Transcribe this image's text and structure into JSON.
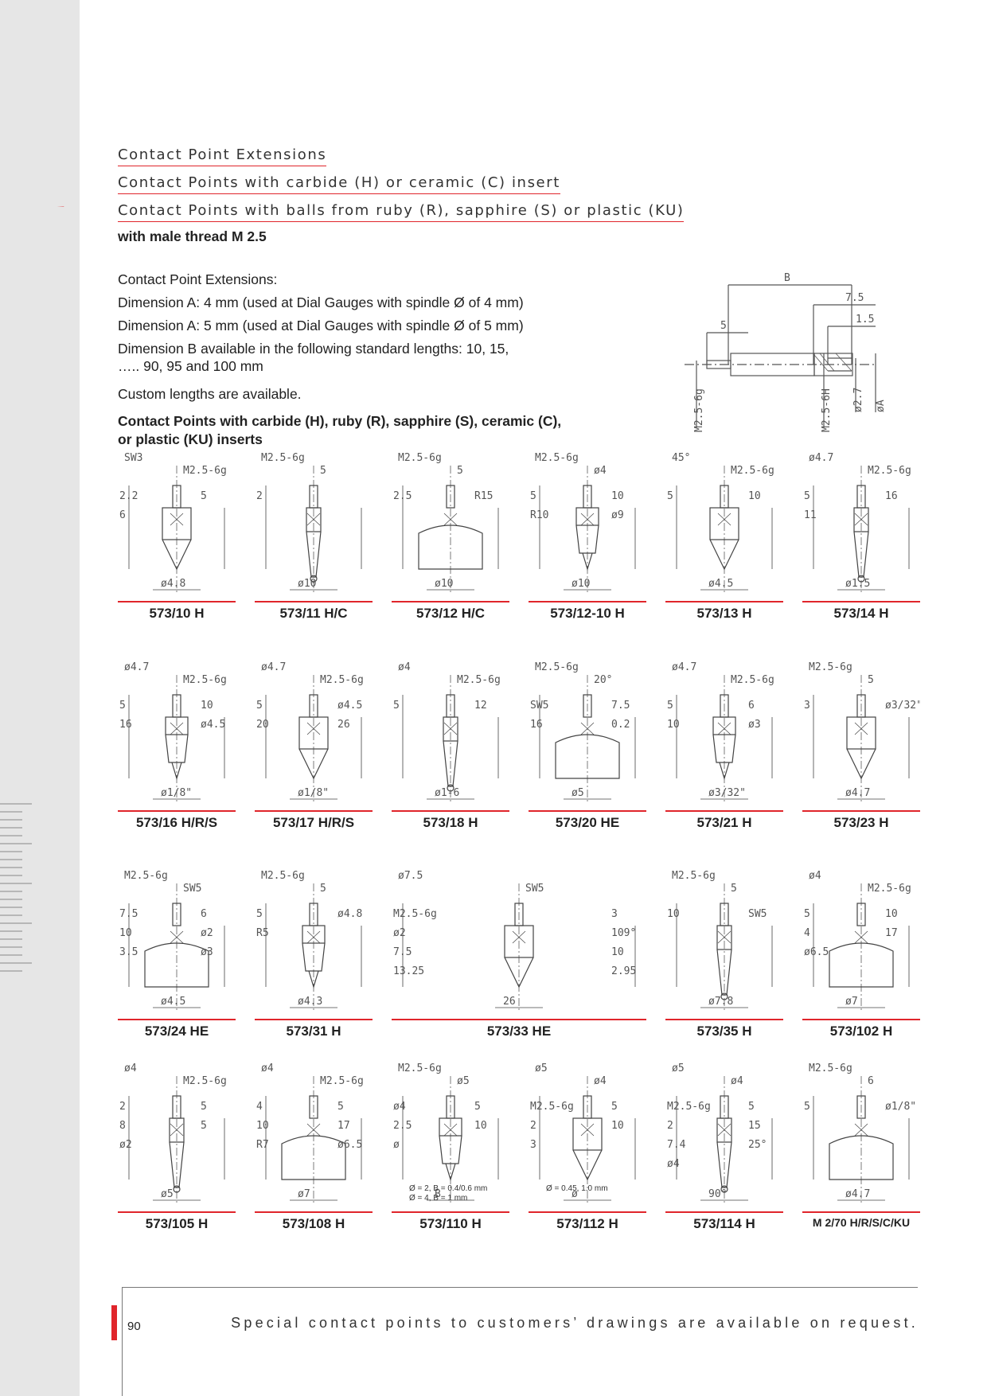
{
  "headers": {
    "h1": "Contact Point Extensions",
    "h2": "Contact Points with carbide (H) or ceramic (C) insert",
    "h3": "Contact Points with balls from ruby (R), sapphire (S) or plastic (KU)",
    "thread": "with male thread M 2.5"
  },
  "intro": {
    "title": "Contact Point Extensions:",
    "line1": "Dimension A: 4 mm (used at Dial Gauges with spindle Ø of 4 mm)",
    "line2": "Dimension A: 5 mm (used at Dial Gauges with spindle Ø of 5 mm)",
    "line3": "Dimension B available in the following standard lengths: 10, 15,",
    "line4": "….. 90, 95 and 100 mm",
    "custom": "Custom lengths are available.",
    "bold1": "Contact Points with carbide (H), ruby (R), sapphire (S), ceramic (C),",
    "bold2": "or plastic (KU) inserts"
  },
  "extension_drawing": {
    "b": "B",
    "d75": "7.5",
    "d15": "1.5",
    "d5": "5",
    "thread_male": "M2.5-6g",
    "thread_female": "M2.5-6H",
    "d27": "ø2.7",
    "da": "øA"
  },
  "rows": [
    [
      {
        "label": "573/10 H",
        "dims": [
          "SW3",
          "M2.5-6g",
          "2.2",
          "5",
          "6",
          "ø4.8"
        ]
      },
      {
        "label": "573/11 H/C",
        "dims": [
          "M2.5-6g",
          "5",
          "2",
          "ø10"
        ]
      },
      {
        "label": "573/12 H/C",
        "dims": [
          "M2.5-6g",
          "5",
          "2.5",
          "R15",
          "ø10"
        ]
      },
      {
        "label": "573/12-10 H",
        "dims": [
          "M2.5-6g",
          "ø4",
          "5",
          "10",
          "R10",
          "ø9",
          "ø10"
        ]
      },
      {
        "label": "573/13 H",
        "dims": [
          "45°",
          "M2.5-6g",
          "5",
          "10",
          "ø4.5"
        ]
      },
      {
        "label": "573/14 H",
        "dims": [
          "ø4.7",
          "M2.5-6g",
          "5",
          "16",
          "11",
          "ø1.5"
        ]
      }
    ],
    [
      {
        "label": "573/16 H/R/S",
        "dims": [
          "ø4.7",
          "M2.5-6g",
          "5",
          "10",
          "16",
          "ø4.5",
          "ø1/8\""
        ]
      },
      {
        "label": "573/17 H/R/S",
        "dims": [
          "ø4.7",
          "M2.5-6g",
          "5",
          "ø4.5",
          "20",
          "26",
          "ø1/8\""
        ]
      },
      {
        "label": "573/18 H",
        "dims": [
          "ø4",
          "M2.5-6g",
          "5",
          "12",
          "ø1-6"
        ]
      },
      {
        "label": "573/20 HE",
        "dims": [
          "M2.5-6g",
          "20°",
          "SW5",
          "7.5",
          "16",
          "0.2",
          "ø5"
        ]
      },
      {
        "label": "573/21 H",
        "dims": [
          "ø4.7",
          "M2.5-6g",
          "5",
          "6",
          "10",
          "ø3",
          "ø3/32\""
        ]
      },
      {
        "label": "573/23 H",
        "dims": [
          "M2.5-6g",
          "5",
          "3",
          "ø3/32\"",
          "ø4.7"
        ]
      }
    ],
    [
      {
        "label": "573/24 HE",
        "dims": [
          "M2.5-6g",
          "SW5",
          "7.5",
          "6",
          "10",
          "ø2",
          "3.5",
          "ø3",
          "ø4.5"
        ]
      },
      {
        "label": "573/31 H",
        "dims": [
          "M2.5-6g",
          "5",
          "5",
          "ø4.8",
          "R5",
          "ø4.3"
        ]
      },
      {
        "label": "573/33 HE",
        "dims": [
          "ø7.5",
          "SW5",
          "M2.5-6g",
          "3",
          "ø2",
          "109°",
          "7.5",
          "10",
          "13.25",
          "2.95",
          "26"
        ]
      },
      {
        "label": "573/35 H",
        "dims": [
          "M2.5-6g",
          "5",
          "10",
          "SW5",
          "ø7.8"
        ]
      },
      {
        "label": "573/102 H",
        "dims": [
          "ø4",
          "M2.5-6g",
          "5",
          "10",
          "4",
          "17",
          "ø6.5",
          "ø7"
        ]
      }
    ],
    [
      {
        "label": "573/105 H",
        "dims": [
          "ø4",
          "M2.5-6g",
          "2",
          "5",
          "8",
          "5",
          "ø2",
          "ø5"
        ]
      },
      {
        "label": "573/108 H",
        "dims": [
          "ø4",
          "M2.5-6g",
          "4",
          "5",
          "10",
          "17",
          "R7",
          "ø6.5",
          "ø7"
        ]
      },
      {
        "label": "573/110 H",
        "dims": [
          "M2.5-6g",
          "ø5",
          "ø4",
          "5",
          "2.5",
          "10",
          "ø",
          "B"
        ],
        "notes": [
          "Ø = 2, B = 0.4/0.6 mm",
          "Ø = 4, B = 1 mm"
        ]
      },
      {
        "label": "573/112 H",
        "dims": [
          "ø5",
          "ø4",
          "M2.5-6g",
          "5",
          "2",
          "10",
          "3",
          "ø"
        ],
        "notes": [
          "Ø = 0.45, 1.0 mm"
        ]
      },
      {
        "label": "573/114 H",
        "dims": [
          "ø5",
          "ø4",
          "M2.5-6g",
          "5",
          "2",
          "15",
          "7.4",
          "25°",
          "ø4",
          "90°"
        ]
      },
      {
        "label": "M 2/70 H/R/S/C/KU",
        "dims": [
          "M2.5-6g",
          "6",
          "5",
          "ø1/8\"",
          "ø4.7"
        ]
      }
    ]
  ],
  "footer": {
    "page": "90",
    "note": "Special contact points to customers’ drawings are available on request."
  }
}
